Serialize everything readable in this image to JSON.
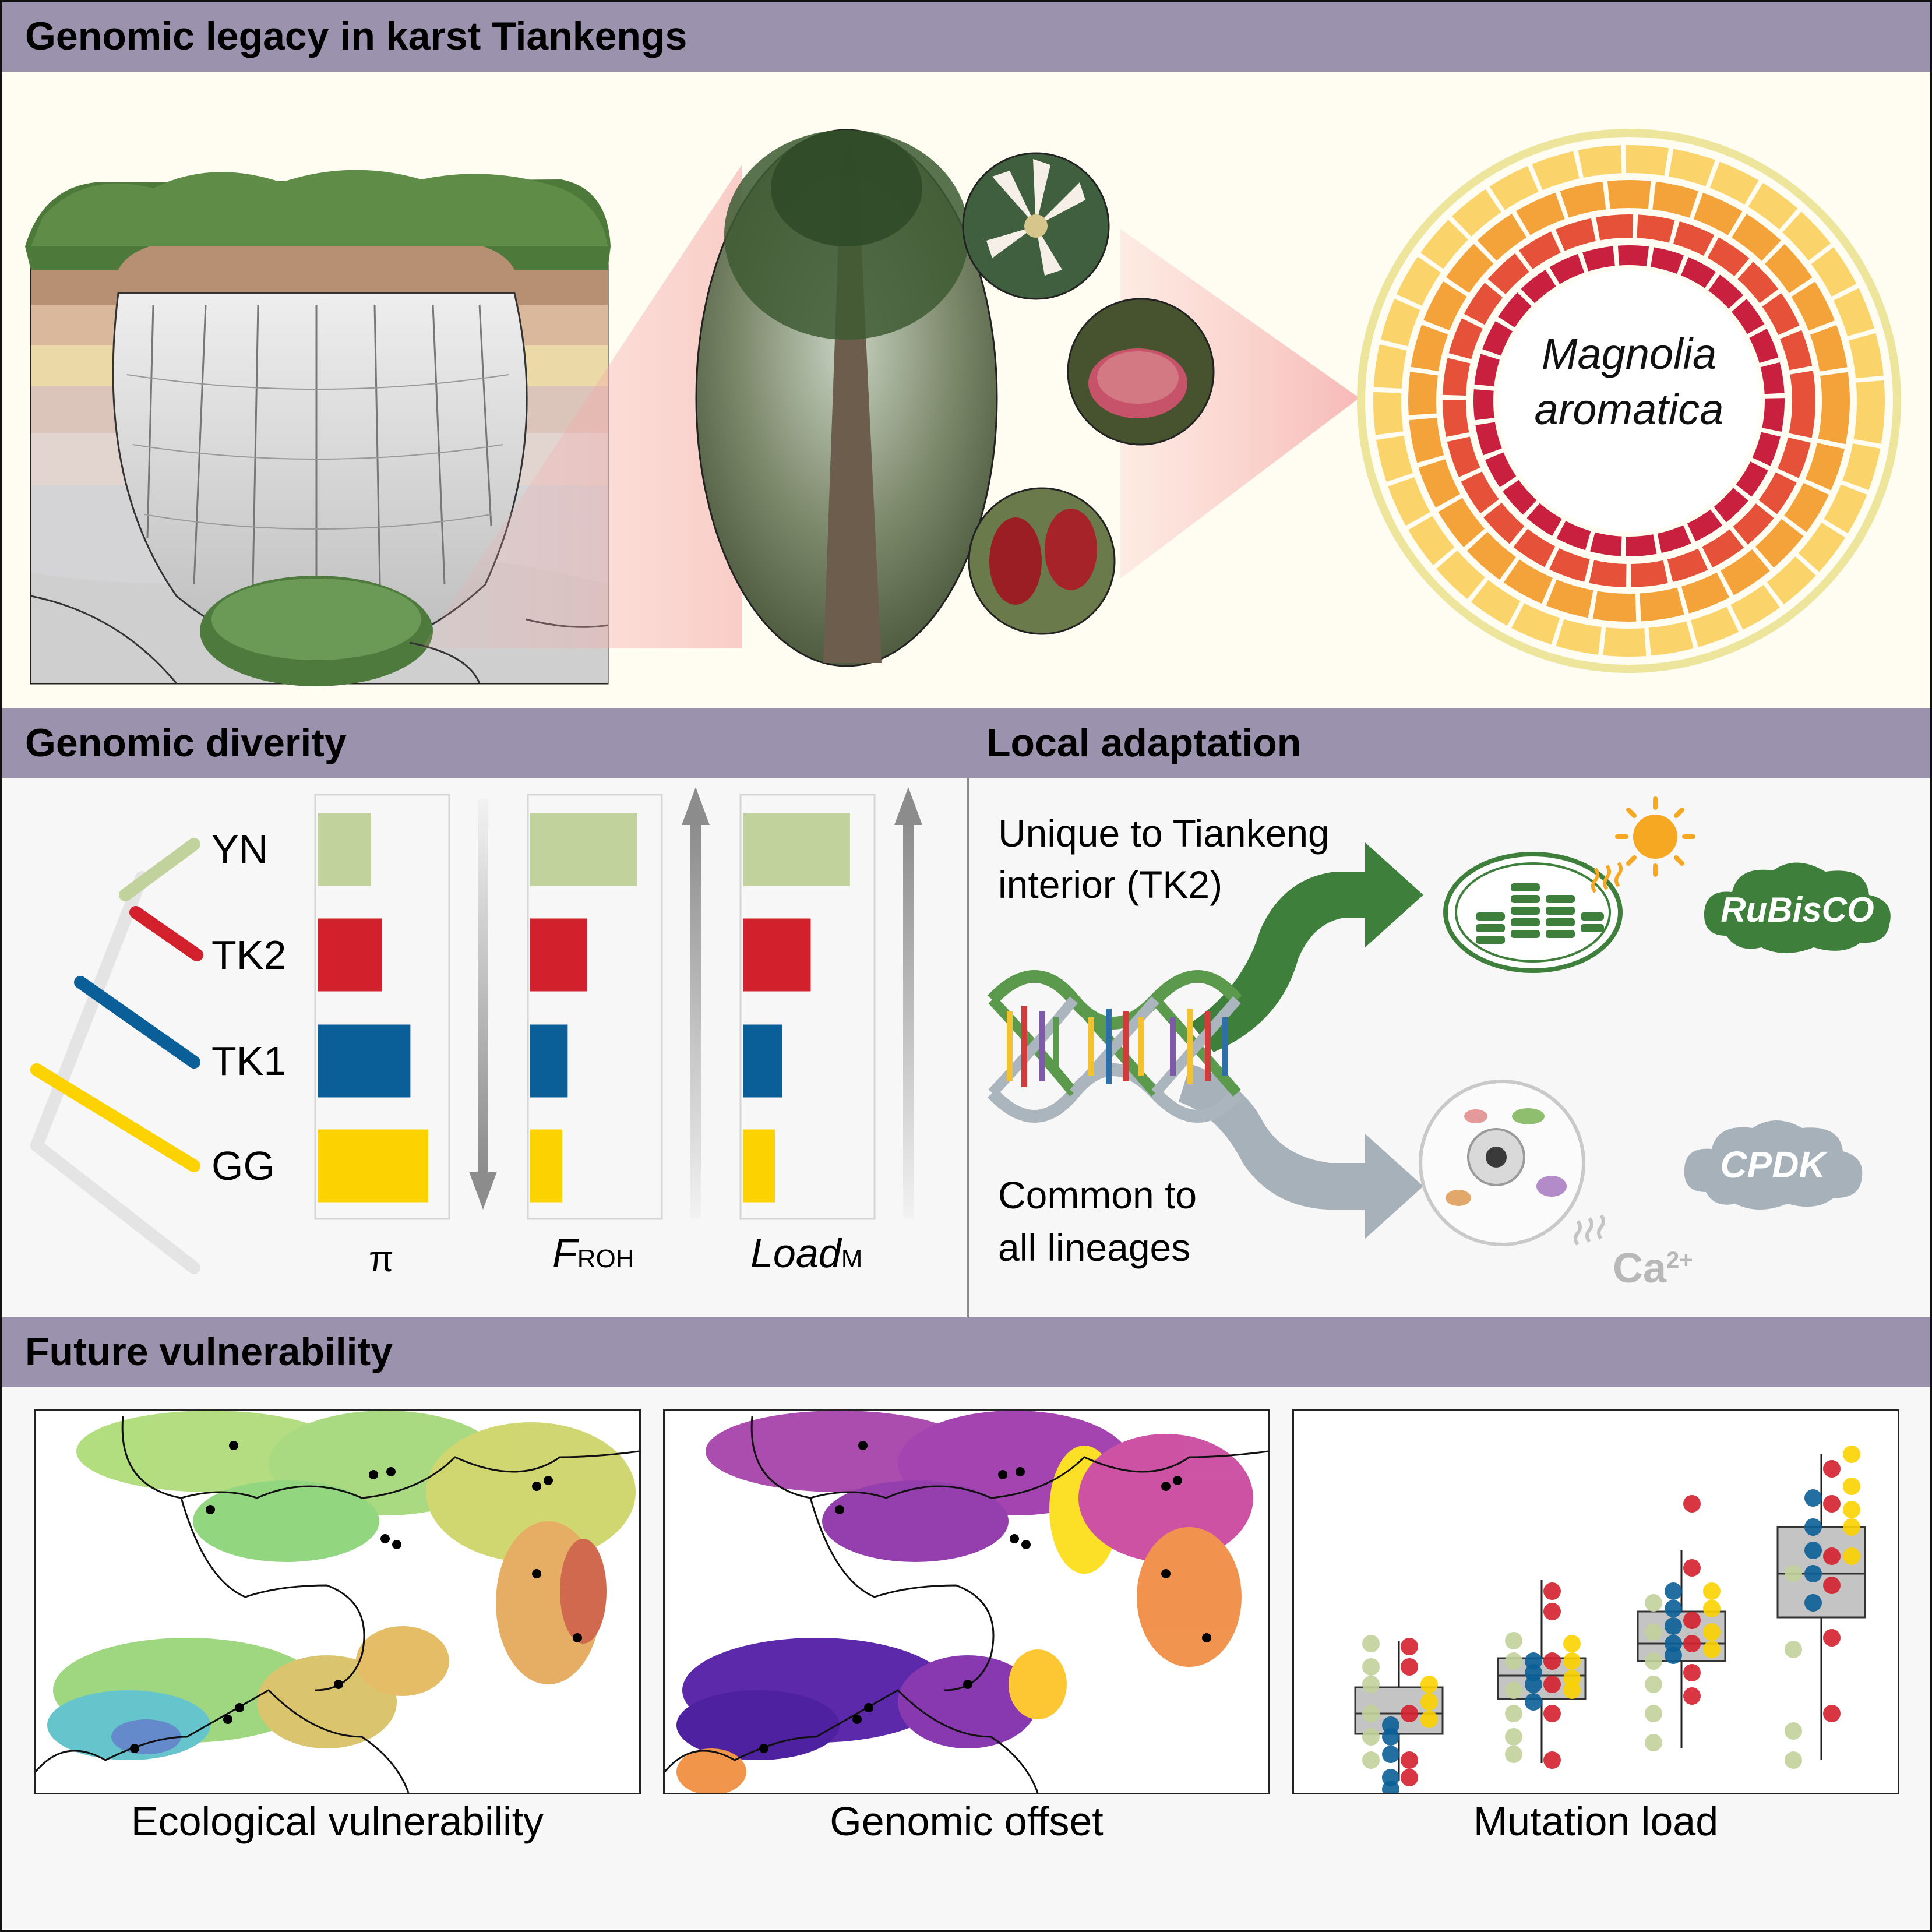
{
  "sections": {
    "top_title": "Genomic legacy in karst Tiankengs",
    "diversity_title": "Genomic diverity",
    "adaptation_title": "Local adaptation",
    "future_title": "Future vulnerability"
  },
  "species": {
    "line1": "Magnolia",
    "line2": "aromatica"
  },
  "diversity": {
    "lineages": [
      "YN",
      "TK2",
      "TK1",
      "GG"
    ],
    "colors": {
      "YN": "#c2d29c",
      "TK2": "#d3202d",
      "TK1": "#0b5f98",
      "GG": "#fcd200"
    },
    "metrics": [
      {
        "label": "π",
        "values": [
          0.3,
          0.36,
          0.52,
          0.62
        ],
        "arrow": "down"
      },
      {
        "label_main": "F",
        "label_sub": "ROH",
        "values": [
          0.6,
          0.32,
          0.21,
          0.18
        ],
        "arrow": "up"
      },
      {
        "label_main": "Load",
        "label_sub": "M",
        "values": [
          0.6,
          0.38,
          0.22,
          0.18
        ],
        "arrow": "up"
      }
    ]
  },
  "adaptation": {
    "unique_line1": "Unique to Tiankeng",
    "unique_line2": "interior (TK2)",
    "common_line1": "Common to",
    "common_line2": "all lineages",
    "gene_top": "RuBisCO",
    "gene_bottom": "CPDK",
    "ion": "Ca",
    "ion_charge": "2+",
    "green": "#3f7f3c",
    "grey": "#9daab3"
  },
  "future": {
    "map1_caption": "Ecological vulnerability",
    "map2_caption": "Genomic offset",
    "plot_caption": "Mutation load"
  }
}
